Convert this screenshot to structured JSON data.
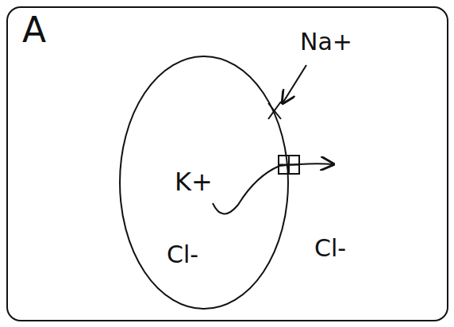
{
  "diagram": {
    "nodes": [
      {
        "text": [
          "A"
        ]
      },
      {
        "text": [
          "K+",
          "Cl-"
        ],
        "in": 0
      }
    ],
    "labels": [
      "Na+",
      "Cl-"
    ]
  }
}
